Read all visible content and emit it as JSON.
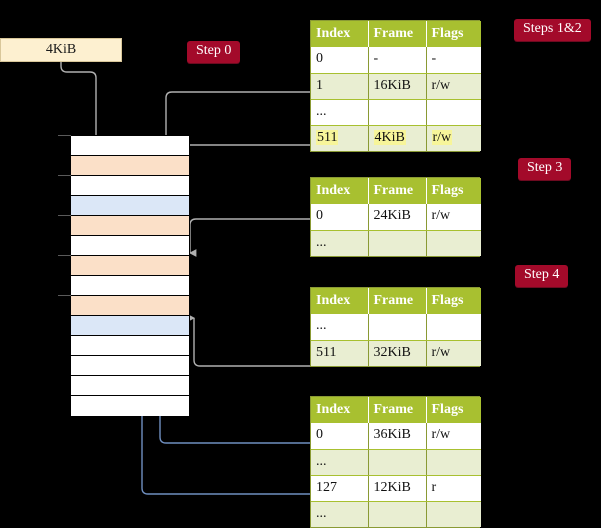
{
  "diagram": {
    "title_box": {
      "label": "4KiB"
    },
    "badges": [
      {
        "id": "step0",
        "label": "Step 0"
      },
      {
        "id": "step12",
        "label": "Steps 1&2"
      },
      {
        "id": "step3",
        "label": "Step 3"
      },
      {
        "id": "step4",
        "label": "Step 4"
      }
    ],
    "colors": {
      "background": "#000000",
      "badge_bg": "#a30a2a",
      "badge_text": "#ffffff",
      "table_header_bg": "#a8c030",
      "table_header_text": "#ffffff",
      "table_alt_row_bg": "#e9eed2",
      "table_border": "#8a9a34",
      "highlight_cell": "#f7f59a",
      "source_box_bg": "#fdf0d0",
      "memory_row_orange": "#fbe0c8",
      "memory_row_blue": "#dbe7f7",
      "arrow_down": "#b0b0b0",
      "arrow_up": "#6f8fc0"
    },
    "memory_grid": {
      "rows": [
        {
          "fill": "white"
        },
        {
          "fill": "orange"
        },
        {
          "fill": "white"
        },
        {
          "fill": "blue"
        },
        {
          "fill": "orange"
        },
        {
          "fill": "white"
        },
        {
          "fill": "orange"
        },
        {
          "fill": "white"
        },
        {
          "fill": "orange"
        },
        {
          "fill": "blue"
        },
        {
          "fill": "white"
        },
        {
          "fill": "white"
        },
        {
          "fill": "white"
        },
        {
          "fill": "white"
        }
      ]
    },
    "page_tables": [
      {
        "id": "pt0",
        "columns": [
          "Index",
          "Frame",
          "Flags"
        ],
        "rows": [
          {
            "cells": [
              "0",
              "-",
              "-"
            ],
            "alt": false,
            "highlight": false
          },
          {
            "cells": [
              "1",
              "16KiB",
              "r/w"
            ],
            "alt": true,
            "highlight": false
          },
          {
            "cells": [
              "...",
              "",
              ""
            ],
            "alt": false,
            "highlight": false
          },
          {
            "cells": [
              "511",
              "4KiB",
              "r/w"
            ],
            "alt": true,
            "highlight": true
          }
        ]
      },
      {
        "id": "pt1",
        "columns": [
          "Index",
          "Frame",
          "Flags"
        ],
        "rows": [
          {
            "cells": [
              "0",
              "24KiB",
              "r/w"
            ],
            "alt": false,
            "highlight": false
          },
          {
            "cells": [
              "...",
              "",
              ""
            ],
            "alt": true,
            "highlight": false
          }
        ]
      },
      {
        "id": "pt2",
        "columns": [
          "Index",
          "Frame",
          "Flags"
        ],
        "rows": [
          {
            "cells": [
              "...",
              "",
              ""
            ],
            "alt": false,
            "highlight": false
          },
          {
            "cells": [
              "511",
              "32KiB",
              "r/w"
            ],
            "alt": true,
            "highlight": false
          }
        ]
      },
      {
        "id": "pt3",
        "columns": [
          "Index",
          "Frame",
          "Flags"
        ],
        "rows": [
          {
            "cells": [
              "0",
              "36KiB",
              "r/w"
            ],
            "alt": false,
            "highlight": false
          },
          {
            "cells": [
              "...",
              "",
              ""
            ],
            "alt": true,
            "highlight": false
          },
          {
            "cells": [
              "127",
              "12KiB",
              "r"
            ],
            "alt": false,
            "highlight": false
          },
          {
            "cells": [
              "...",
              "",
              ""
            ],
            "alt": true,
            "highlight": false
          }
        ]
      }
    ]
  }
}
